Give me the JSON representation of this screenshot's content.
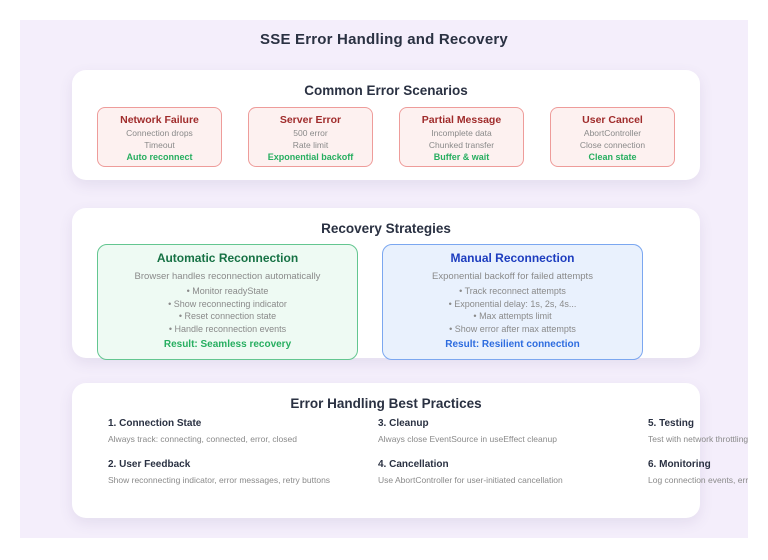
{
  "page": {
    "title": "SSE Error Handling and Recovery"
  },
  "colors": {
    "canvas_bg": "#f4eefb",
    "panel_bg": "#ffffff",
    "heading_text": "#2a3142",
    "muted_text": "#8a8a8a",
    "red_card_bg": "#fdf1f0",
    "red_card_border": "#ee9c9a",
    "red_title": "#a02c2c",
    "green_accent": "#27ae60",
    "green_card_bg": "#eefaf3",
    "green_card_border": "#63c690",
    "green_title": "#177245",
    "blue_card_bg": "#e9f1fd",
    "blue_card_border": "#7ba7f0",
    "blue_title": "#1d3dbf",
    "blue_accent": "#2d6cdf"
  },
  "scenarios_panel": {
    "title": "Common Error Scenarios",
    "cards": [
      {
        "title": "Network Failure",
        "lines": [
          "Connection drops",
          "Timeout"
        ],
        "action": "Auto reconnect"
      },
      {
        "title": "Server Error",
        "lines": [
          "500 error",
          "Rate limit"
        ],
        "action": "Exponential backoff"
      },
      {
        "title": "Partial Message",
        "lines": [
          "Incomplete data",
          "Chunked transfer"
        ],
        "action": "Buffer & wait"
      },
      {
        "title": "User Cancel",
        "lines": [
          "AbortController",
          "Close connection"
        ],
        "action": "Clean state"
      }
    ]
  },
  "recovery_panel": {
    "title": "Recovery Strategies",
    "cards": [
      {
        "title": "Automatic Reconnection",
        "subtitle": "Browser handles reconnection automatically",
        "bullets": [
          "Monitor readyState",
          "Show reconnecting indicator",
          "Reset connection state",
          "Handle reconnection events"
        ],
        "result": "Result: Seamless recovery"
      },
      {
        "title": "Manual Reconnection",
        "subtitle": "Exponential backoff for failed attempts",
        "bullets": [
          "Track reconnect attempts",
          "Exponential delay: 1s, 2s, 4s...",
          "Max attempts limit",
          "Show error after max attempts"
        ],
        "result": "Result: Resilient connection"
      }
    ]
  },
  "practices_panel": {
    "title": "Error Handling Best Practices",
    "items": [
      {
        "heading": "1. Connection State",
        "description": "Always track: connecting, connected, error, closed"
      },
      {
        "heading": "2. User Feedback",
        "description": "Show reconnecting indicator, error messages, retry buttons"
      },
      {
        "heading": "3. Cleanup",
        "description": "Always close EventSource in useEffect cleanup"
      },
      {
        "heading": "4. Cancellation",
        "description": "Use AbortController for user-initiated cancellation"
      },
      {
        "heading": "5. Testing",
        "description": "Test with network throttling, offline mo"
      },
      {
        "heading": "6. Monitoring",
        "description": "Log connection events, errors, reconn"
      }
    ]
  }
}
